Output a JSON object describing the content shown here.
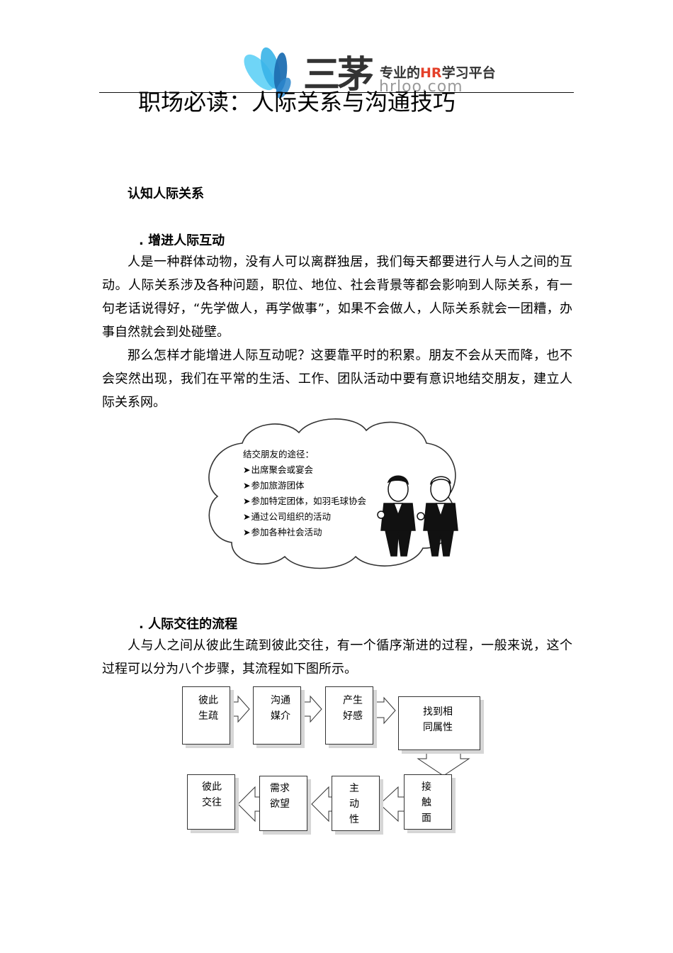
{
  "header": {
    "logo_mark": "三茅",
    "tagline_pre": "专业的",
    "tagline_hr": "HR",
    "tagline_post": "学习平台",
    "domain": "hrloo.com",
    "colors": {
      "wing_blue": "#38b4e8",
      "wing_dark": "#1f6fb2",
      "hr_red": "#e4402a"
    }
  },
  "title": "职场必读：人际关系与沟通技巧",
  "section": {
    "heading": "认知人际关系",
    "sub1": {
      "heading": ". 增进人际互动",
      "paragraphs": [
        "人是一种群体动物，没有人可以离群独居，我们每天都要进行人与人之间的互动。人际关系涉及各种问题，职位、地位、社会背景等都会影响到人际关系，有一句老话说得好，“先学做人，再学做事”，如果不会做人，人际关系就会一团糟，办事自然就会到处碰壁。",
        "那么怎样才能增进人际互动呢？这要靠平时的积累。朋友不会从天而降，也不会突然出现，我们在平常的生活、工作、团队活动中要有意识地结交朋友，建立人际关系网。"
      ],
      "cloud": {
        "title": "结交朋友的途径：",
        "arrow": "➤",
        "items": [
          "出席聚会或宴会",
          "参加旅游团体",
          "参加特定团体，如羽毛球协会",
          "通过公司组织的活动",
          "参加各种社会活动"
        ]
      }
    },
    "sub2": {
      "heading": ". 人际交往的流程",
      "paragraph": "人与人之间从彼此生疏到彼此交往，有一个循序渐进的过程，一般来说，这个过程可以分为八个步骤，其流程如下图所示。",
      "flow_row1": [
        {
          "lines": [
            "彼此",
            "生疏"
          ]
        },
        {
          "lines": [
            "沟通",
            "媒介"
          ]
        },
        {
          "lines": [
            "产生",
            "好感"
          ]
        },
        {
          "lines": [
            "找到相",
            "同属性"
          ]
        }
      ],
      "flow_row2": [
        {
          "lines": [
            "接",
            "触",
            "面"
          ]
        },
        {
          "lines": [
            "主",
            "动",
            "性"
          ]
        },
        {
          "lines": [
            "需求",
            "欲望"
          ]
        },
        {
          "lines": [
            "彼此",
            "交往"
          ]
        }
      ]
    }
  }
}
